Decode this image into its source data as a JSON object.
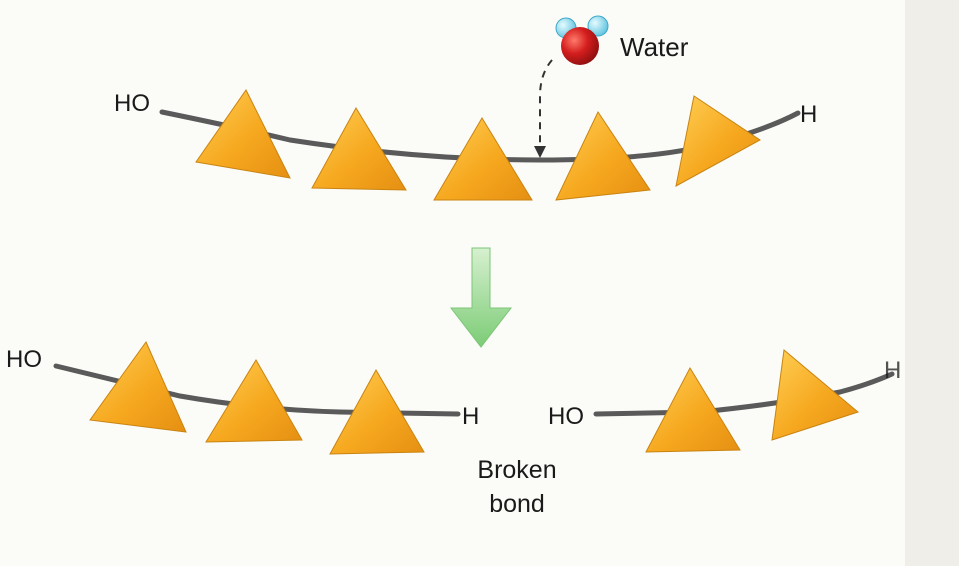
{
  "labels": {
    "water": "Water",
    "top_left_end": "HO",
    "top_right_end": "H",
    "bottom_left_chain_start": "HO",
    "bottom_left_chain_end": "H",
    "bottom_right_chain_start": "HO",
    "bottom_right_chain_end": "H",
    "broken_bond_line1": "Broken",
    "broken_bond_line2": "bond"
  },
  "colors": {
    "monomer_fill": "#f4a21a",
    "monomer_highlight": "#ffc94a",
    "monomer_edge": "#c9820f",
    "bond_line": "#555555",
    "arrow_green": "#8fd08a",
    "oxygen_red": "#d21f1f",
    "hydrogen_blue": "#7fd3ea"
  },
  "structure": {
    "top_chain_monomers": 5,
    "bottom_left_fragment_monomers": 3,
    "bottom_right_fragment_monomers": 2
  }
}
